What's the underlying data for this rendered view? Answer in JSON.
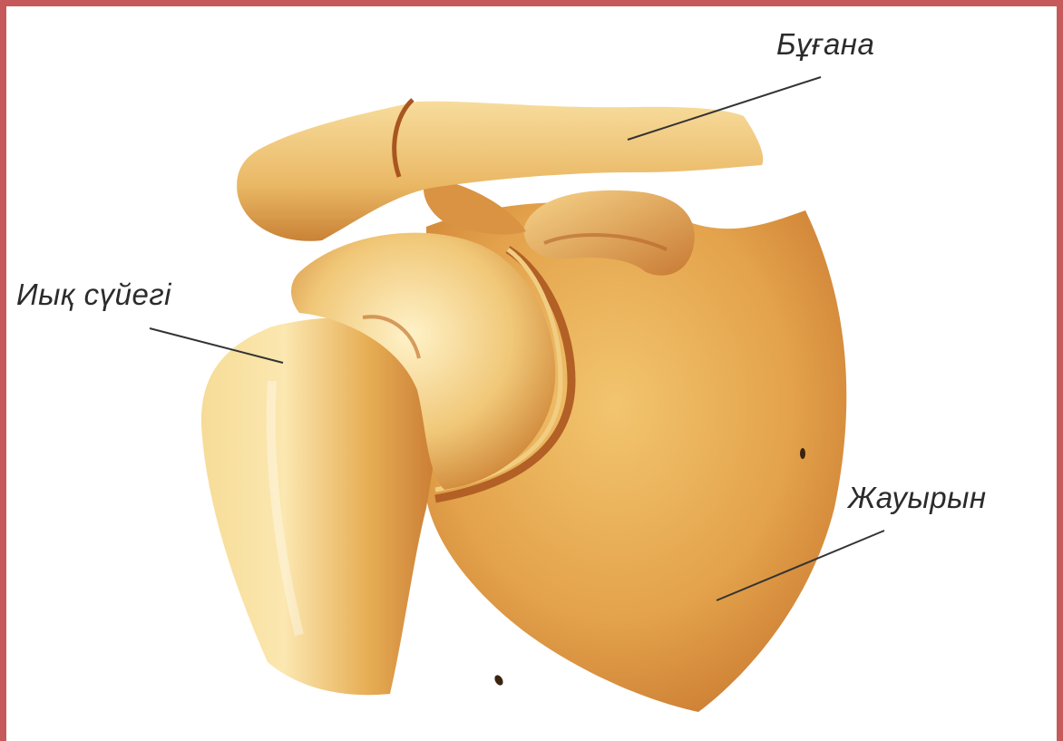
{
  "labels": {
    "clavicle": "Бұғана",
    "humerus": "Иық сүйегі",
    "scapula": "Жауырын"
  },
  "colors": {
    "frame": "#c65a5a",
    "bone_light": "#f4d58a",
    "bone_mid": "#e4a84c",
    "bone_dark": "#b8672a",
    "leader_line": "#333333"
  }
}
